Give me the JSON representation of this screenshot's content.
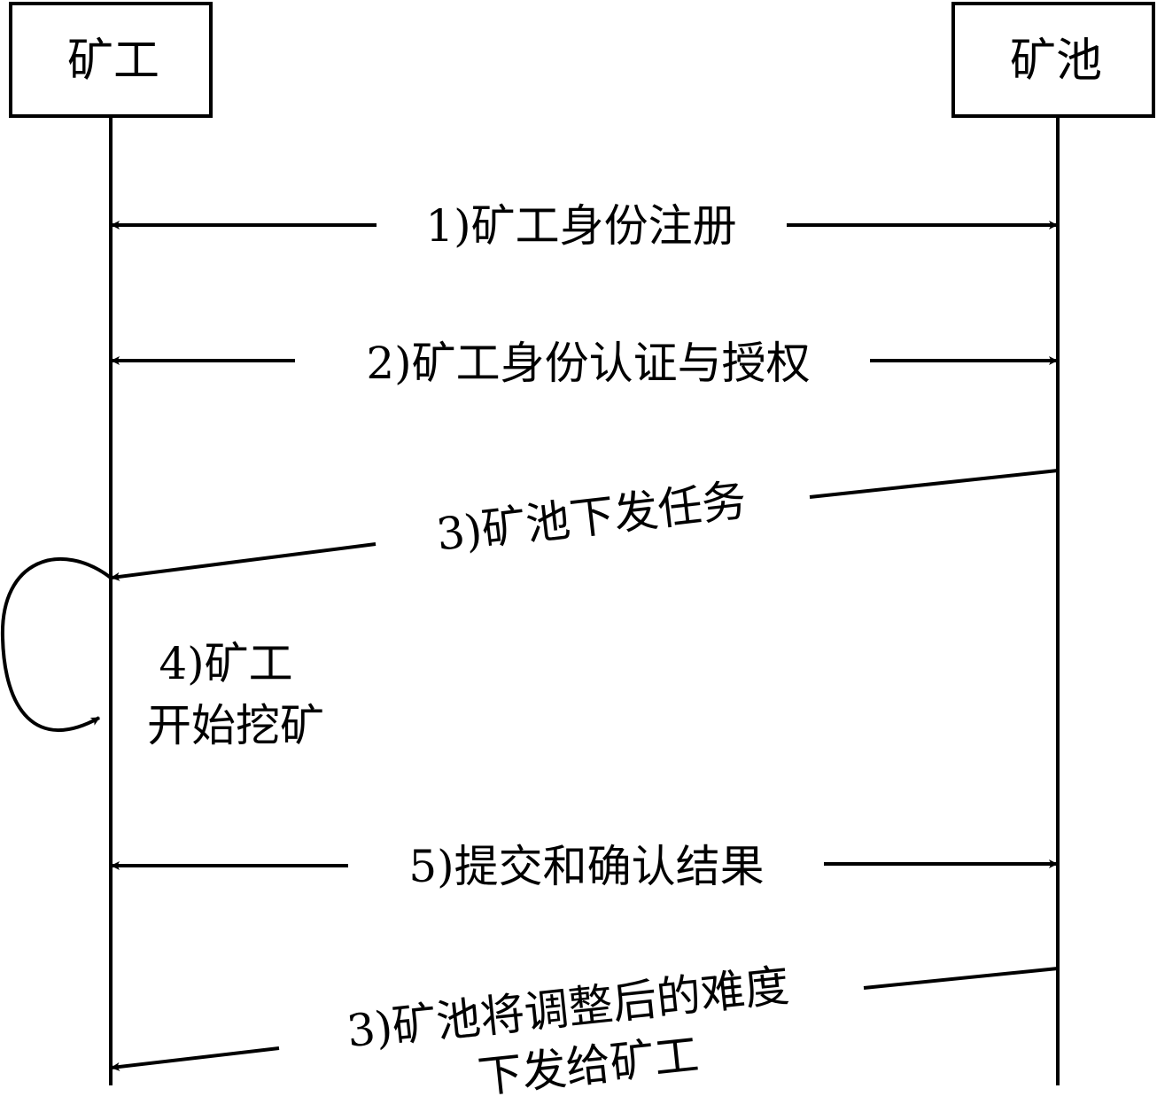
{
  "participants": {
    "miner": "矿工",
    "pool": "矿池"
  },
  "messages": [
    {
      "label": "1)矿工身份注册"
    },
    {
      "label": "2)矿工身份认证与授权"
    },
    {
      "label": "3)矿池下发任务"
    },
    {
      "line1": "4)矿工",
      "line2": "开始挖矿"
    },
    {
      "label": "5)提交和确认结果"
    },
    {
      "line1": "3)矿池将调整后的难度",
      "line2": "下发给矿工"
    }
  ]
}
